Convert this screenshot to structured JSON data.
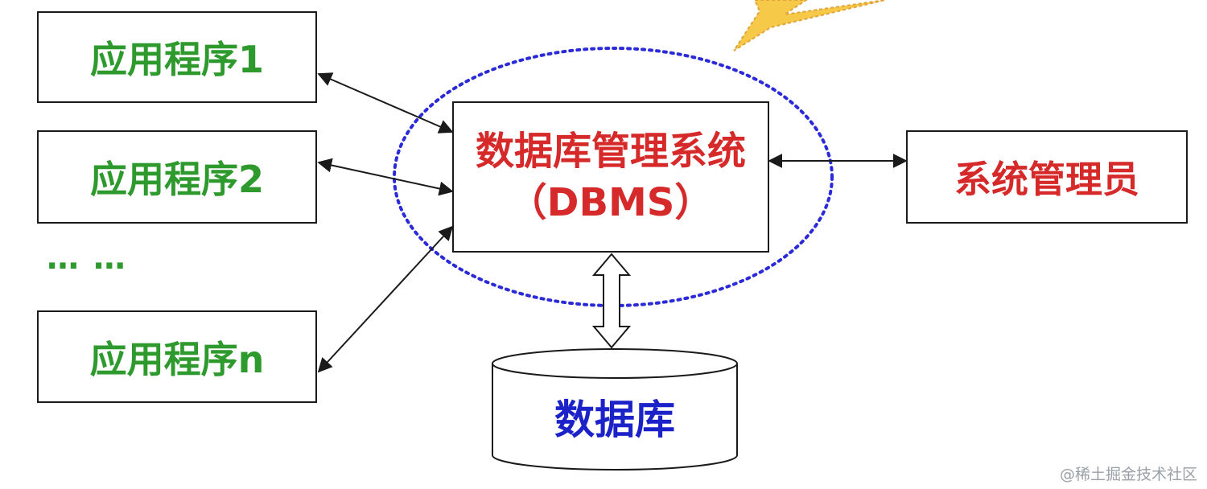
{
  "applications": [
    {
      "label": "应用程序1"
    },
    {
      "label": "应用程序2"
    },
    {
      "label": "应用程序n"
    }
  ],
  "ellipsis": "… …",
  "dbms": {
    "label": "数据库管理系统（DBMS）"
  },
  "admin": {
    "label": "系统管理员"
  },
  "database": {
    "label": "数据库"
  },
  "watermark": "@稀土掘金技术社区",
  "colors": {
    "app_text": "#2e9a2e",
    "dbms_text": "#d62a2a",
    "database_text": "#1a22c8",
    "ellipse_border": "#2a2ad8",
    "starburst": "#f7c948"
  }
}
